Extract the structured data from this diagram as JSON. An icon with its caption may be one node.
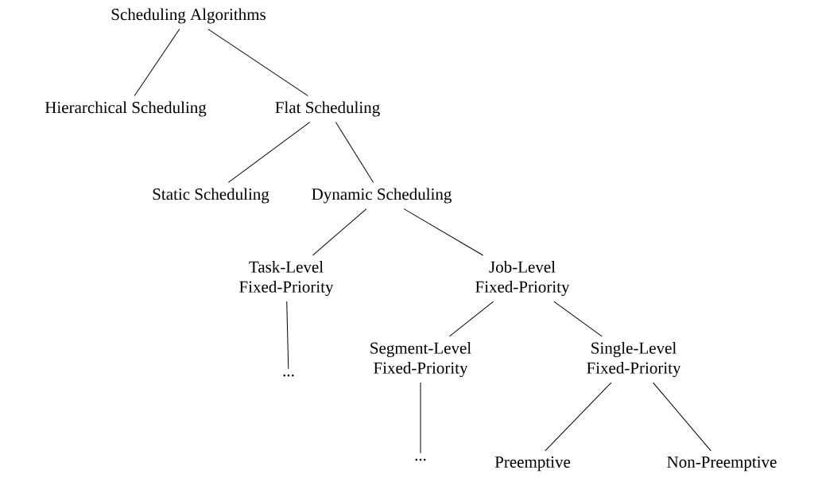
{
  "diagram": {
    "nodes": [
      {
        "text": [
          "Scheduling Algorithms"
        ]
      },
      {
        "text": [
          "Hierarchical Scheduling"
        ]
      },
      {
        "text": [
          "Flat Scheduling"
        ]
      },
      {
        "text": [
          "Static Scheduling"
        ]
      },
      {
        "text": [
          "Dynamic Scheduling"
        ]
      },
      {
        "text": [
          "Task-Level Fixed-Priority"
        ]
      },
      {
        "text": [
          "Job-Level Fixed-Priority"
        ]
      },
      {
        "text": [
          "..."
        ]
      },
      {
        "text": [
          "Segment-Level Fixed-Priority"
        ]
      },
      {
        "text": [
          "Single-Level Fixed-Priority"
        ]
      },
      {
        "text": [
          "..."
        ]
      },
      {
        "text": [
          "Preemptive"
        ]
      },
      {
        "text": [
          "Non-Preemptive"
        ]
      }
    ],
    "edges": [
      {
        "from": 0,
        "to": 1,
        "arrow": "none"
      },
      {
        "from": 0,
        "to": 2,
        "arrow": "none"
      },
      {
        "from": 2,
        "to": 3,
        "arrow": "none"
      },
      {
        "from": 2,
        "to": 4,
        "arrow": "none"
      },
      {
        "from": 4,
        "to": 5,
        "arrow": "none"
      },
      {
        "from": 4,
        "to": 6,
        "arrow": "none"
      },
      {
        "from": 5,
        "to": 7,
        "arrow": "none"
      },
      {
        "from": 6,
        "to": 8,
        "arrow": "none"
      },
      {
        "from": 6,
        "to": 9,
        "arrow": "none"
      },
      {
        "from": 8,
        "to": 10,
        "arrow": "none"
      },
      {
        "from": 9,
        "to": 11,
        "arrow": "none"
      },
      {
        "from": 9,
        "to": 12,
        "arrow": "none"
      }
    ]
  }
}
